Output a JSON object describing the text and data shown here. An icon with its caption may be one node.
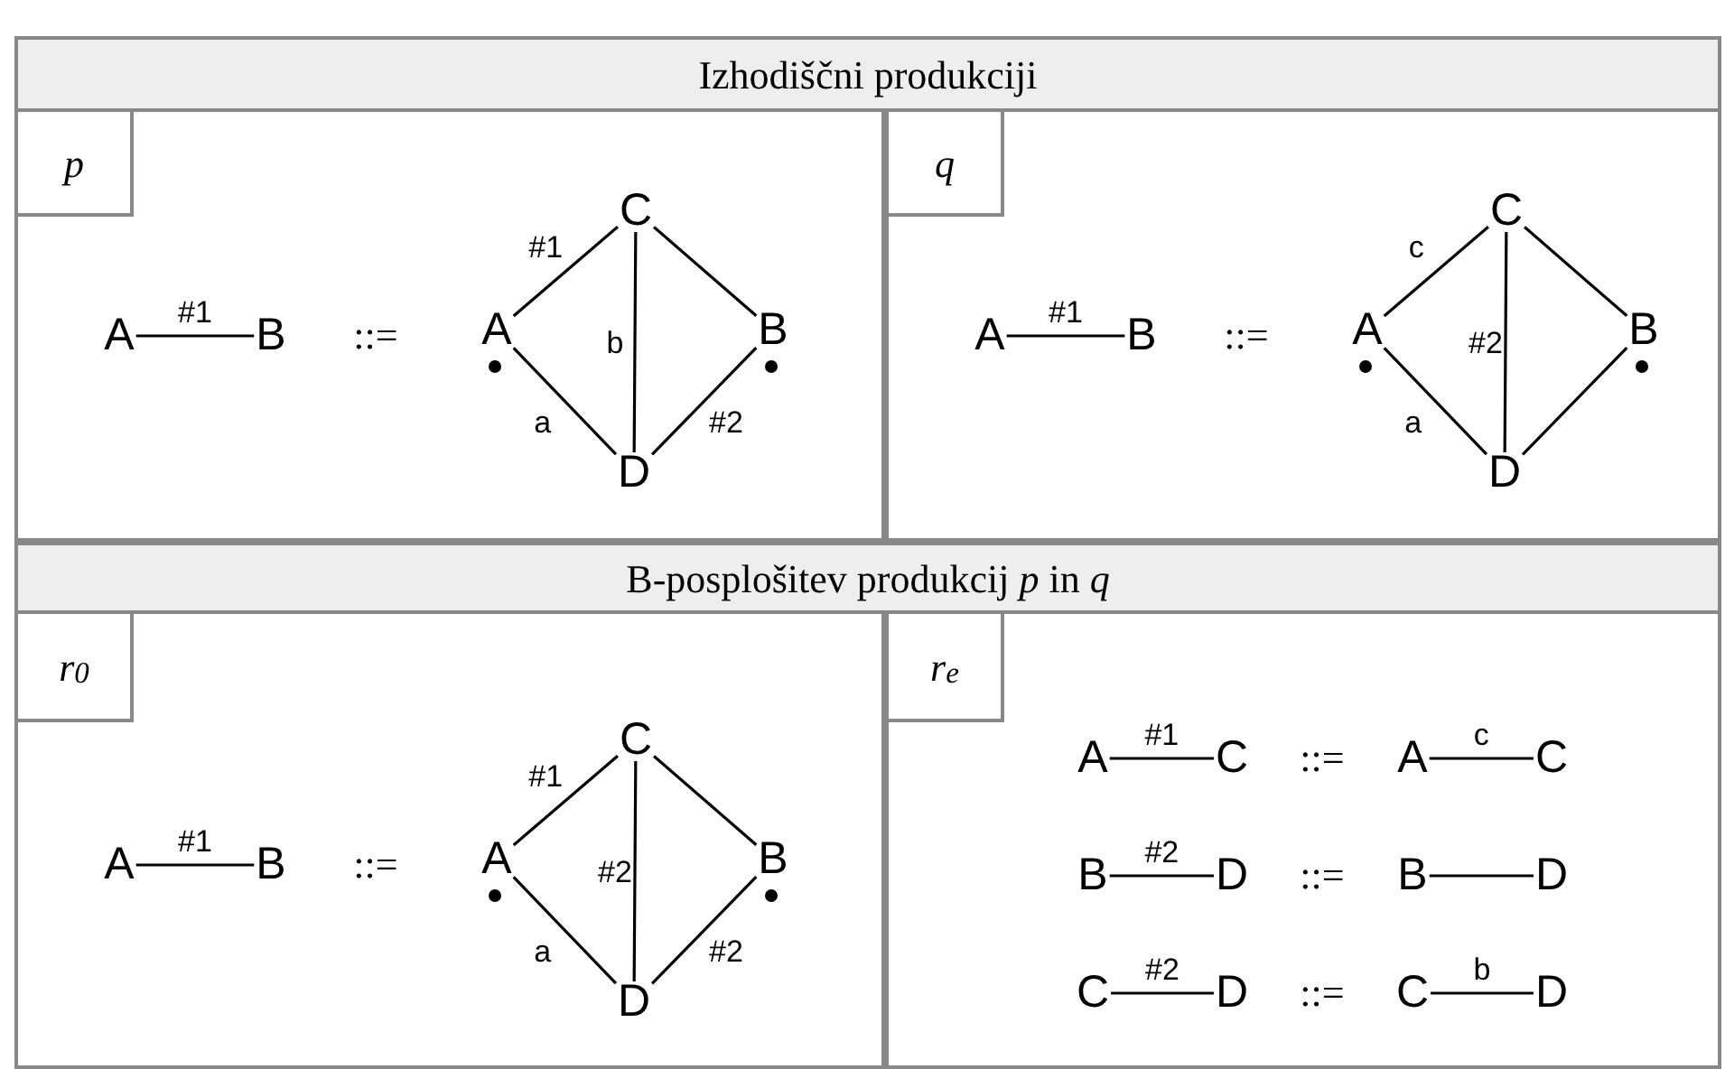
{
  "diagram": {
    "nodes": [
      {
        "text": [
          "Izhodiščni produkciji"
        ]
      },
      {
        "text": [
          "p"
        ]
      },
      {
        "text": [
          "A"
        ],
        "in": 1
      },
      {
        "text": [
          "B"
        ],
        "in": 1
      },
      {
        "text": [
          "A"
        ],
        "in": 1
      },
      {
        "text": [
          "C"
        ],
        "in": 1
      },
      {
        "text": [
          "B"
        ],
        "in": 1
      },
      {
        "text": [
          "D"
        ],
        "in": 1
      },
      {
        "text": [
          "q"
        ]
      },
      {
        "text": [
          "A"
        ],
        "in": 8
      },
      {
        "text": [
          "B"
        ],
        "in": 8
      },
      {
        "text": [
          "A"
        ],
        "in": 8
      },
      {
        "text": [
          "C"
        ],
        "in": 8
      },
      {
        "text": [
          "B"
        ],
        "in": 8
      },
      {
        "text": [
          "D"
        ],
        "in": 8
      },
      {
        "text": [
          "B-posplošitev produkcij *p* in *q*"
        ]
      },
      {
        "text": [
          "r$_{0}$"
        ]
      },
      {
        "text": [
          "A"
        ],
        "in": 16
      },
      {
        "text": [
          "B"
        ],
        "in": 16
      },
      {
        "text": [
          "A"
        ],
        "in": 16
      },
      {
        "text": [
          "C"
        ],
        "in": 16
      },
      {
        "text": [
          "B"
        ],
        "in": 16
      },
      {
        "text": [
          "D"
        ],
        "in": 16
      },
      {
        "text": [
          "r$_{e}$"
        ]
      },
      {
        "text": [
          "A"
        ],
        "in": 23
      },
      {
        "text": [
          "C"
        ],
        "in": 23
      },
      {
        "text": [
          "A"
        ],
        "in": 23
      },
      {
        "text": [
          "C"
        ],
        "in": 23
      },
      {
        "text": [
          "B"
        ],
        "in": 23
      },
      {
        "text": [
          "D"
        ],
        "in": 23
      },
      {
        "text": [
          "B"
        ],
        "in": 23
      },
      {
        "text": [
          "D"
        ],
        "in": 23
      },
      {
        "text": [
          "C"
        ],
        "in": 23
      },
      {
        "text": [
          "D"
        ],
        "in": 23
      },
      {
        "text": [
          "C"
        ],
        "in": 23
      },
      {
        "text": [
          "D"
        ],
        "in": 23
      }
    ],
    "edges": [
      {
        "from": 2,
        "to": 3,
        "arrow": "none",
        "label": "#1"
      },
      {
        "from": 4,
        "to": 5,
        "arrow": "none",
        "label": "#1"
      },
      {
        "from": 5,
        "to": 6,
        "arrow": "none"
      },
      {
        "from": 5,
        "to": 7,
        "arrow": "none",
        "label": "b"
      },
      {
        "from": 4,
        "to": 7,
        "arrow": "none",
        "label": "a"
      },
      {
        "from": 7,
        "to": 6,
        "arrow": "none",
        "label": "#2"
      },
      {
        "from": 9,
        "to": 10,
        "arrow": "none",
        "label": "#1"
      },
      {
        "from": 11,
        "to": 12,
        "arrow": "none",
        "label": "c"
      },
      {
        "from": 12,
        "to": 13,
        "arrow": "none"
      },
      {
        "from": 12,
        "to": 14,
        "arrow": "none",
        "label": "#2"
      },
      {
        "from": 11,
        "to": 14,
        "arrow": "none",
        "label": "a"
      },
      {
        "from": 14,
        "to": 13,
        "arrow": "none"
      },
      {
        "from": 17,
        "to": 18,
        "arrow": "none",
        "label": "#1"
      },
      {
        "from": 19,
        "to": 20,
        "arrow": "none",
        "label": "#1"
      },
      {
        "from": 20,
        "to": 21,
        "arrow": "none"
      },
      {
        "from": 20,
        "to": 22,
        "arrow": "none",
        "label": "#2"
      },
      {
        "from": 19,
        "to": 22,
        "arrow": "none",
        "label": "a"
      },
      {
        "from": 22,
        "to": 21,
        "arrow": "none",
        "label": "#2"
      },
      {
        "from": 24,
        "to": 25,
        "arrow": "none",
        "label": "#1"
      },
      {
        "from": 26,
        "to": 27,
        "arrow": "none",
        "label": "c"
      },
      {
        "from": 28,
        "to": 29,
        "arrow": "none",
        "label": "#2"
      },
      {
        "from": 30,
        "to": 31,
        "arrow": "none"
      },
      {
        "from": 32,
        "to": 33,
        "arrow": "none",
        "label": "#2"
      },
      {
        "from": 34,
        "to": 35,
        "arrow": "none",
        "label": "b"
      }
    ],
    "labels": [
      "::=",
      "::=",
      "::=",
      "::=",
      "::=",
      "::="
    ]
  }
}
